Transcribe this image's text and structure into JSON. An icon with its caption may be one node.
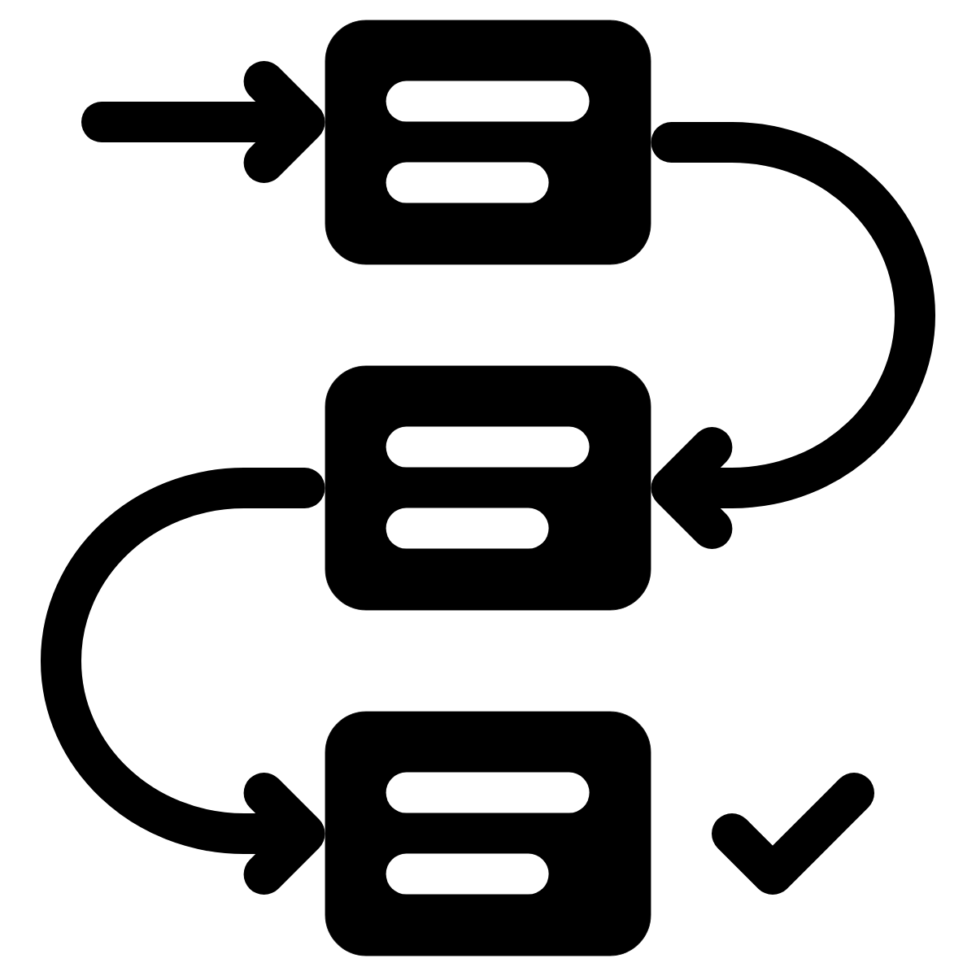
{
  "diagram": {
    "nodes": [
      {
        "text": [],
        "shape": "box"
      },
      {
        "text": [],
        "shape": "box"
      },
      {
        "text": [],
        "shape": "box"
      }
    ],
    "edges": [
      {
        "from": null,
        "to": 0,
        "arrow": "to"
      },
      {
        "from": 0,
        "to": 1,
        "arrow": "to"
      },
      {
        "from": 1,
        "to": 2,
        "arrow": "to"
      }
    ]
  }
}
